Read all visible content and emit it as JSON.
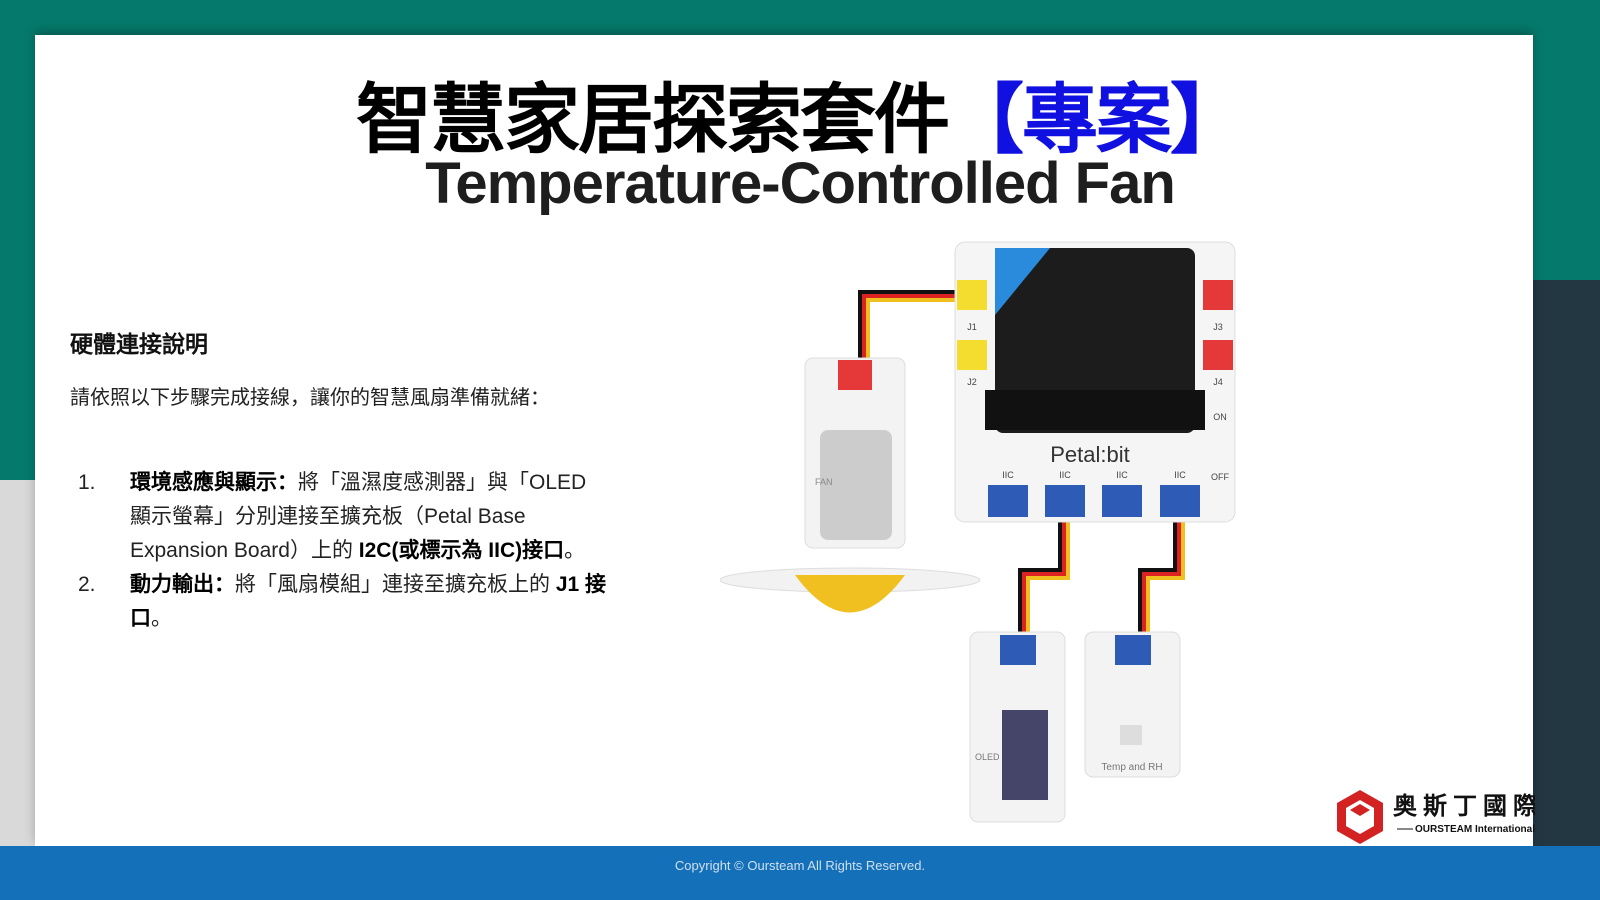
{
  "title": {
    "main": "智慧家居探索套件",
    "accent": "【專案】"
  },
  "subtitle": "Temperature-Controlled Fan",
  "section_heading": "硬體連接說明",
  "intro": "請依照以下步驟完成接線，讓你的智慧風扇準備就緒：",
  "steps": [
    {
      "num": "1.",
      "bold": "環境感應與顯示：",
      "text": "將「溫濕度感測器」與「OLED 顯示螢幕」分別連接至擴充板（Petal Base Expansion Board）上的 ",
      "bold2": "I2C(或標示為 IIC)接口",
      "tail": "。"
    },
    {
      "num": "2.",
      "bold": "動力輸出：",
      "text": "將「風扇模組」連接至擴充板上的 ",
      "bold2": "J1 接口",
      "tail": "。"
    }
  ],
  "diagram": {
    "board": "Petal:bit",
    "port": "IIC",
    "fan": "FAN",
    "oled": "OLED",
    "sensor": "Temp and RH",
    "j1": "J1",
    "j2": "J2",
    "j3": "J3",
    "j4": "J4",
    "on": "ON",
    "off": "OFF"
  },
  "logo": {
    "cn": "奥斯丁國際",
    "en": "OURSTEAM International"
  },
  "footer": "Copyright © Oursteam All Rights Reserved."
}
